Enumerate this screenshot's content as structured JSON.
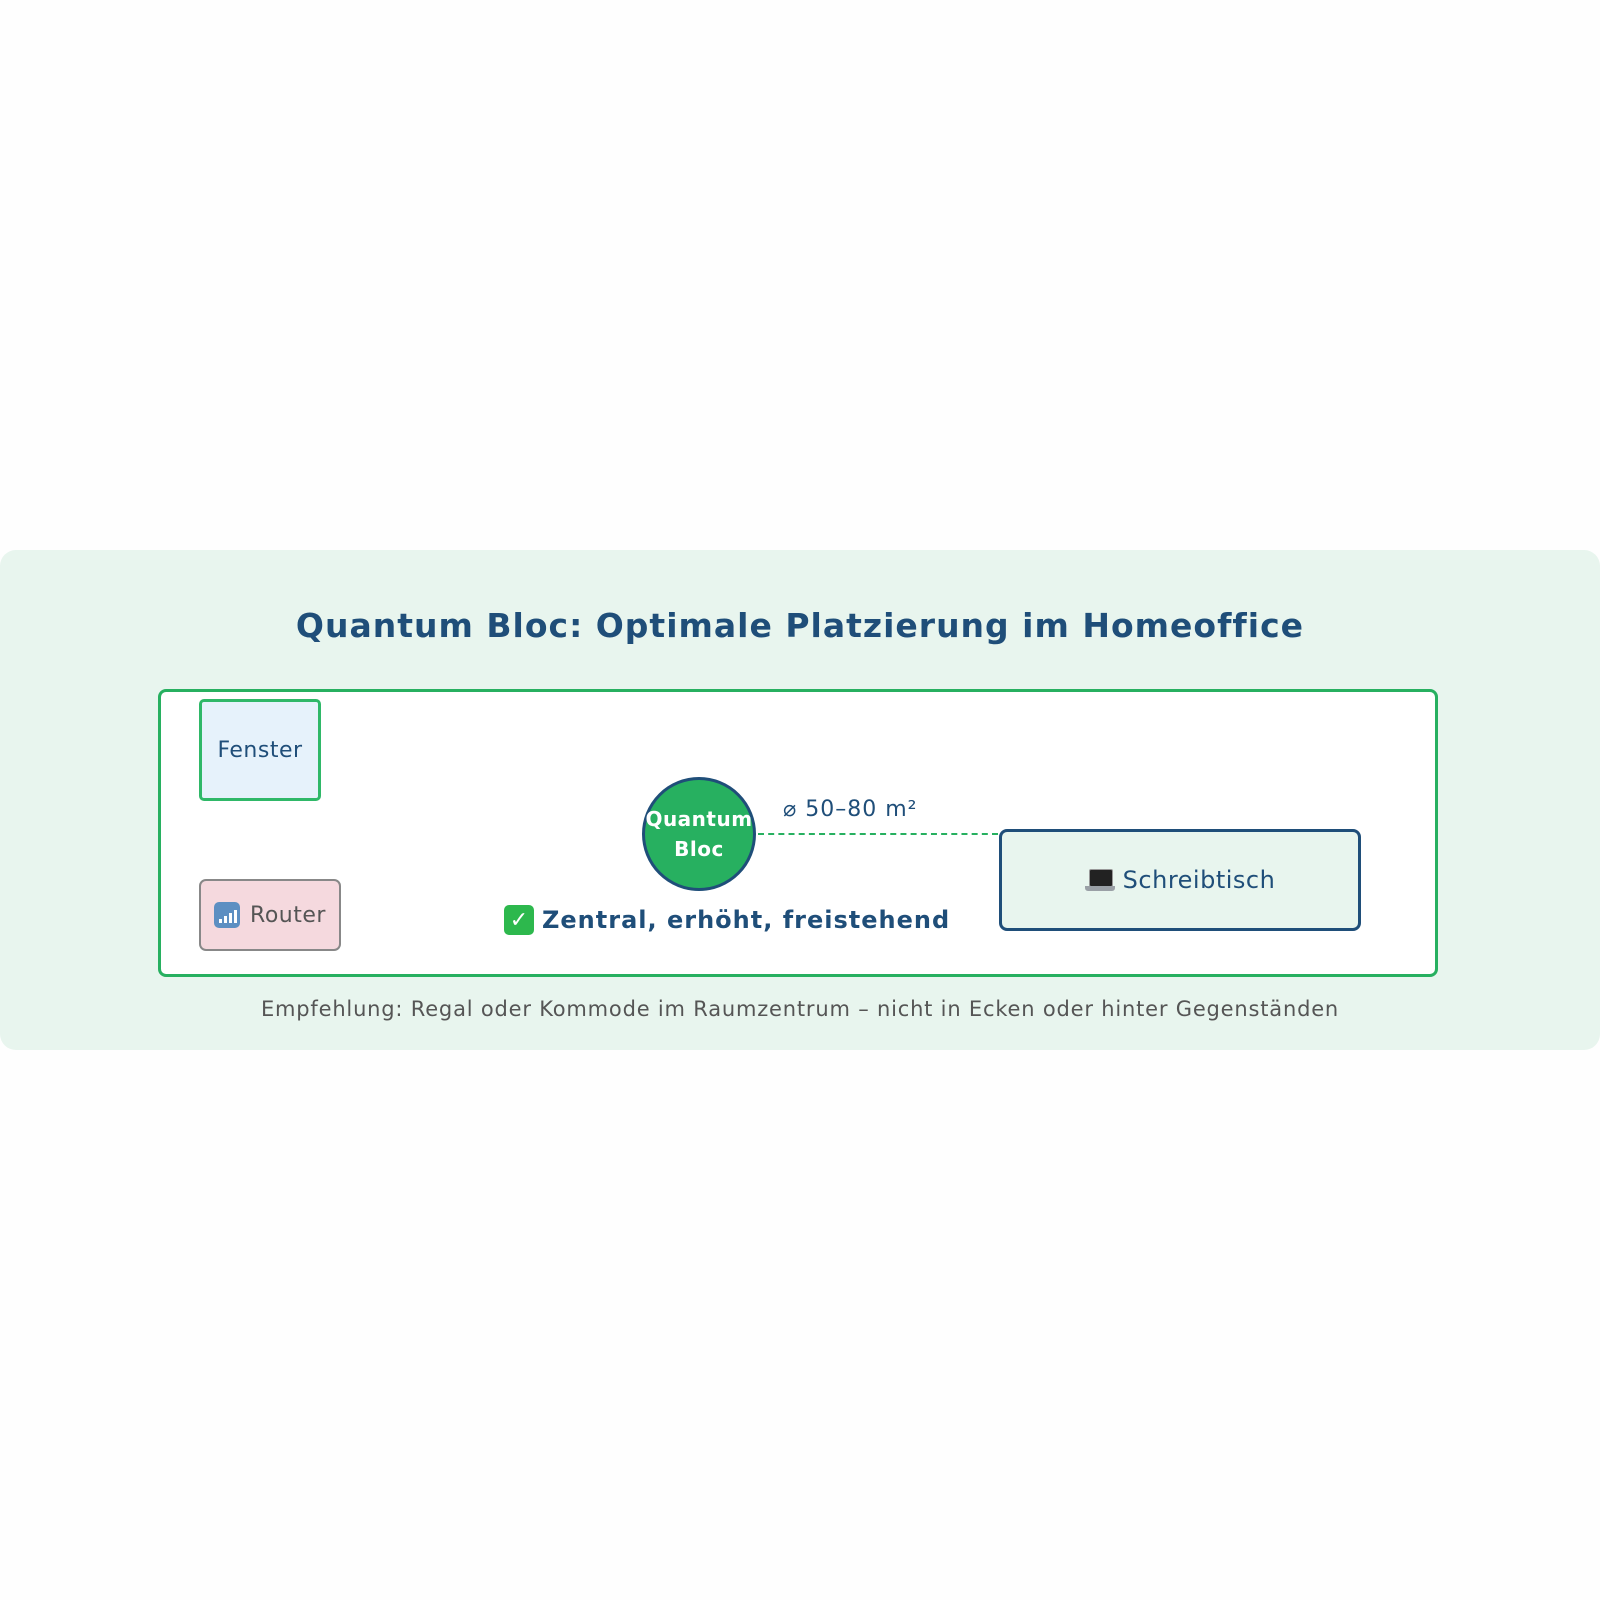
{
  "title": "Quantum Bloc: Optimale Platzierung im Homeoffice",
  "room": {
    "fenster_label": "Fenster",
    "router_label": "Router",
    "router_icon": "signal-bars-icon",
    "desk_label": "Schreibtisch",
    "desk_icon": "laptop-icon",
    "bloc_line1": "Quantum",
    "bloc_line2": "Bloc",
    "coverage_label": "⌀ 50–80 m²",
    "placement_icon": "check-mark-icon",
    "placement_text": "Zentral, erhöht, freistehend"
  },
  "footer": "Empfehlung: Regal oder Kommode im Raumzentrum – nicht in Ecken oder hinter Gegenständen",
  "colors": {
    "primary": "#1f4e79",
    "accent_green": "#27b060",
    "panel_bg": "#e8f5ee",
    "window_bg": "#e6f2fb",
    "router_bg": "#f5d9de"
  }
}
